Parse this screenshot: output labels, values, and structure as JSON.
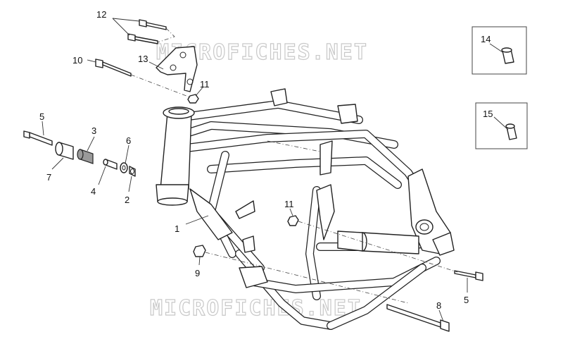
{
  "watermark": {
    "text": "MICROFICHES.NET"
  },
  "callouts": {
    "c1": "1",
    "c2": "2",
    "c3": "3",
    "c4": "4",
    "c5a": "5",
    "c5b": "5",
    "c6": "6",
    "c7": "7",
    "c8": "8",
    "c9": "9",
    "c10": "10",
    "c11a": "11",
    "c11b": "11",
    "c12": "12",
    "c13": "13",
    "c14": "14",
    "c15": "15"
  }
}
